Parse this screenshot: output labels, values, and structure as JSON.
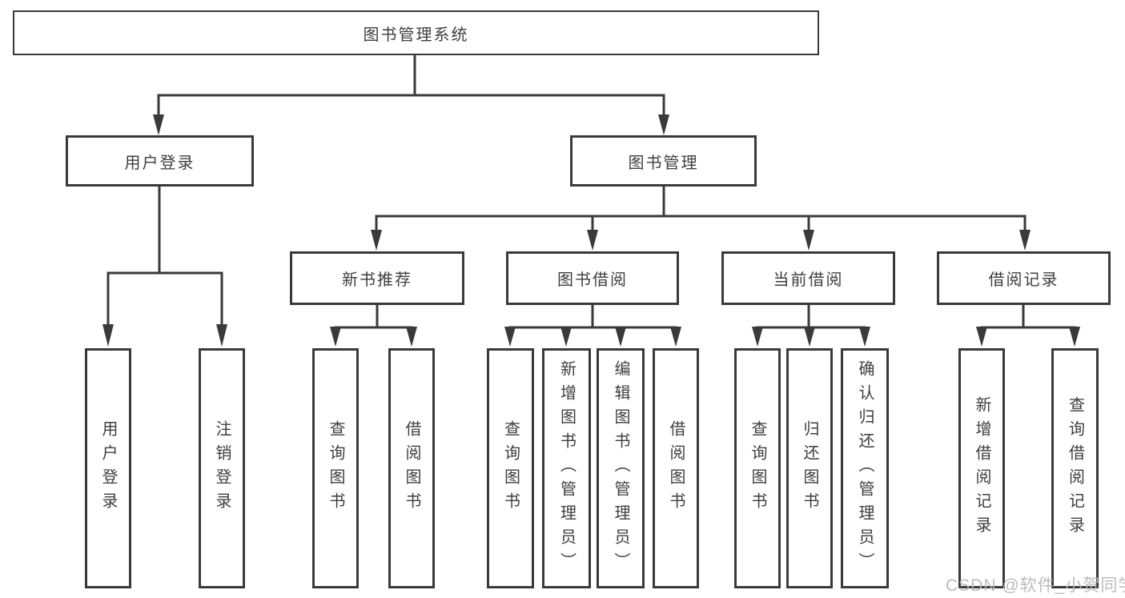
{
  "diagram_title": "图书管理系统",
  "watermark": "CSDN @软件_小贺同学",
  "colors": {
    "line": "#3a3a3a",
    "text": "#3e3e3e",
    "watermark": "#b6b6b6",
    "background": "#ffffff"
  },
  "nodes": {
    "root": "图书管理系统",
    "user_login": "用户登录",
    "book_management": "图书管理",
    "new_book_recommend": "新书推荐",
    "book_borrow": "图书借阅",
    "current_borrow": "当前借阅",
    "borrow_record": "借阅记录",
    "leaves": {
      "user_login_1": "用户登录",
      "user_login_2": "注销登录",
      "new_book_1": "查询图书",
      "new_book_2": "借阅图书",
      "borrow_1": "查询图书",
      "borrow_2": "新增图书（管理员）",
      "borrow_3": "编辑图书（管理员）",
      "borrow_4": "借阅图书",
      "current_1": "查询图书",
      "current_2": "归还图书",
      "current_3": "确认归还（管理员）",
      "record_1": "新增借阅记录",
      "record_2": "查询借阅记录"
    }
  }
}
